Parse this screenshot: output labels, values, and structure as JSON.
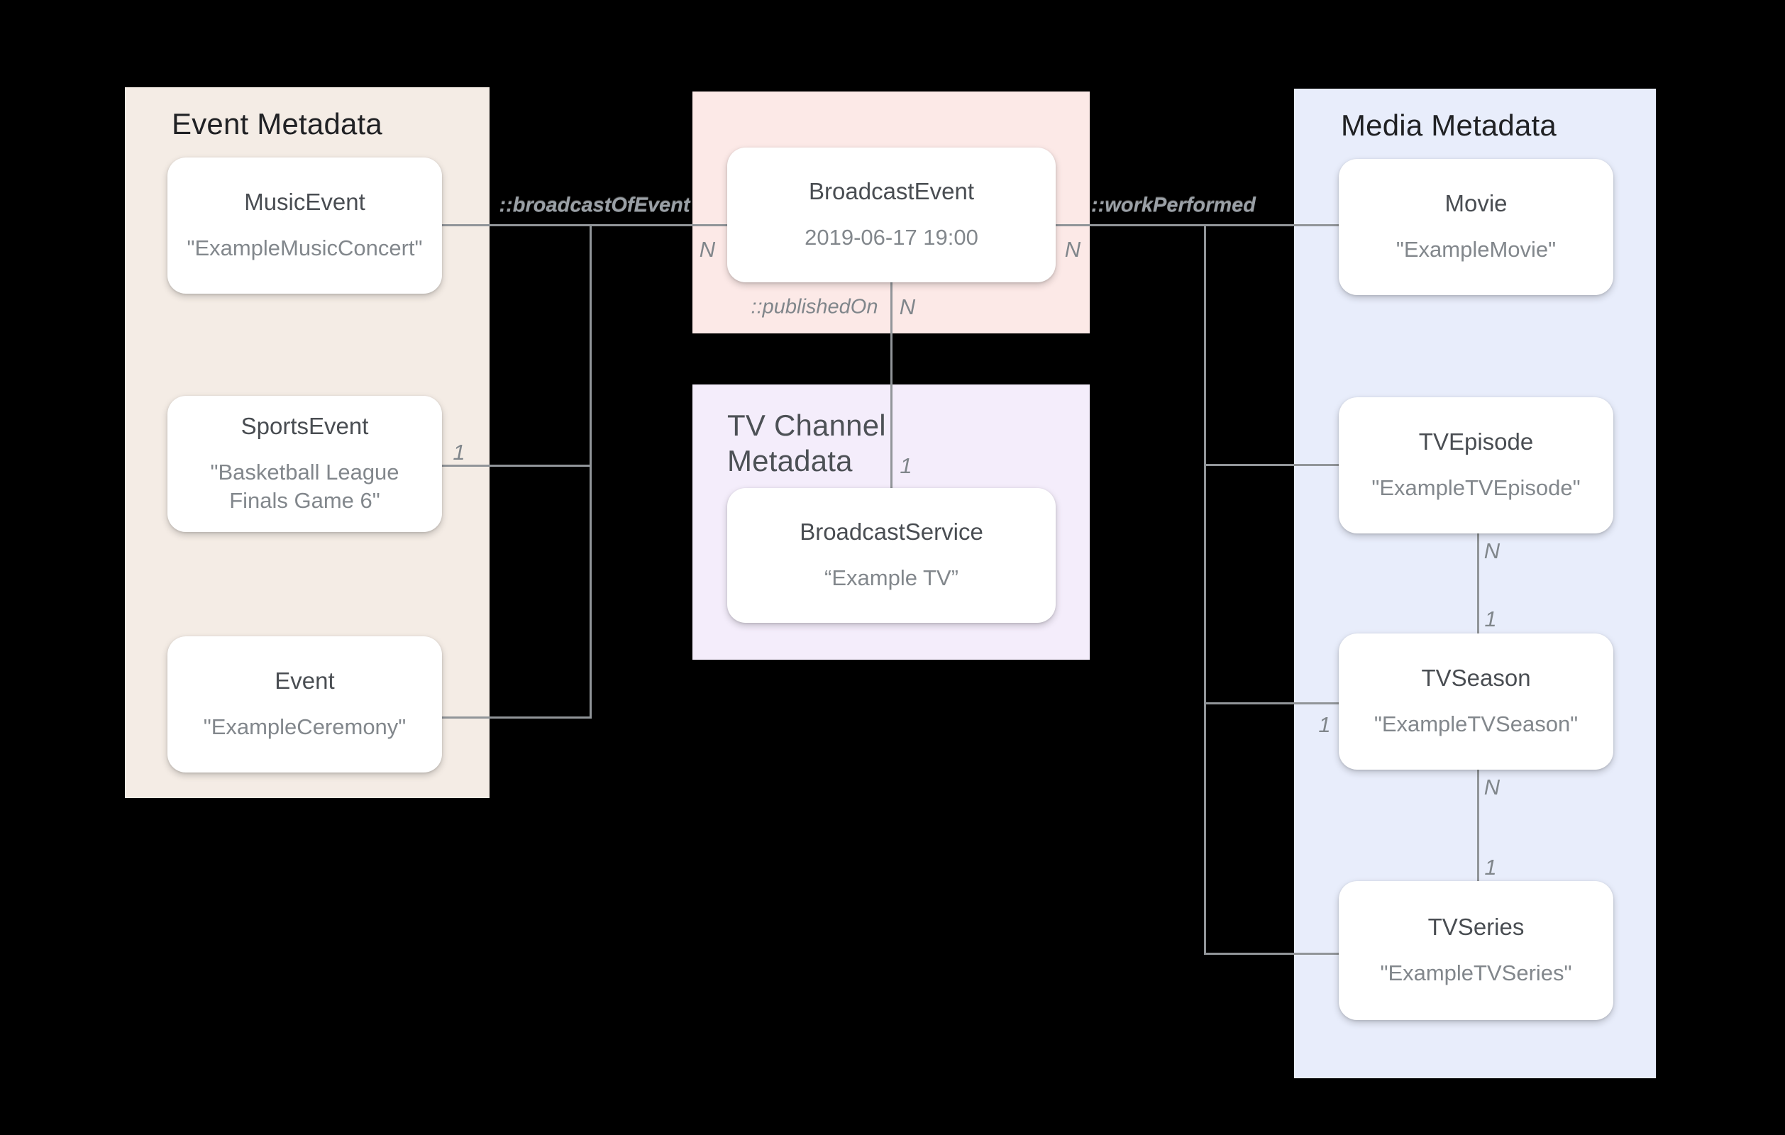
{
  "panels": {
    "event": {
      "title": "Event Metadata"
    },
    "broadcast": {
      "title": ""
    },
    "tvchannel": {
      "title": "TV Channel Metadata"
    },
    "media": {
      "title": "Media Metadata"
    }
  },
  "cards": {
    "musicEvent": {
      "title": "MusicEvent",
      "value": "\"ExampleMusicConcert\""
    },
    "sportsEvent": {
      "title": "SportsEvent",
      "value": "\"Basketball League Finals Game 6\""
    },
    "event": {
      "title": "Event",
      "value": "\"ExampleCeremony\""
    },
    "broadcastEvent": {
      "title": "BroadcastEvent",
      "value": "2019-06-17 19:00"
    },
    "broadcastService": {
      "title": "BroadcastService",
      "value": "“Example TV”"
    },
    "movie": {
      "title": "Movie",
      "value": "\"ExampleMovie\""
    },
    "tvEpisode": {
      "title": "TVEpisode",
      "value": "\"ExampleTVEpisode\""
    },
    "tvSeason": {
      "title": "TVSeason",
      "value": "\"ExampleTVSeason\""
    },
    "tvSeries": {
      "title": "TVSeries",
      "value": "\"ExampleTVSeries\""
    }
  },
  "relations": {
    "broadcastOfEvent": "::broadcastOfEvent",
    "workPerformed": "::workPerformed",
    "publishedOn": "::publishedOn"
  },
  "cardinalities": {
    "broadcast_left_n": "N",
    "broadcast_right_n": "N",
    "published_n": "N",
    "published_one": "1",
    "sports_one": "1",
    "season_left_one": "1",
    "episode_season_n": "N",
    "episode_season_one": "1",
    "season_series_n": "N",
    "season_series_one": "1"
  },
  "colors": {
    "background": "#000000",
    "event_panel": "#f4ece5",
    "broadcast_panel": "#fce9e7",
    "tvchannel_panel": "#f4edfb",
    "media_panel": "#e8edfb",
    "card": "#ffffff",
    "connector": "#919599",
    "panel_title": "#202124",
    "card_title": "#494d52",
    "card_value": "#82878c",
    "label": "#80868b"
  }
}
